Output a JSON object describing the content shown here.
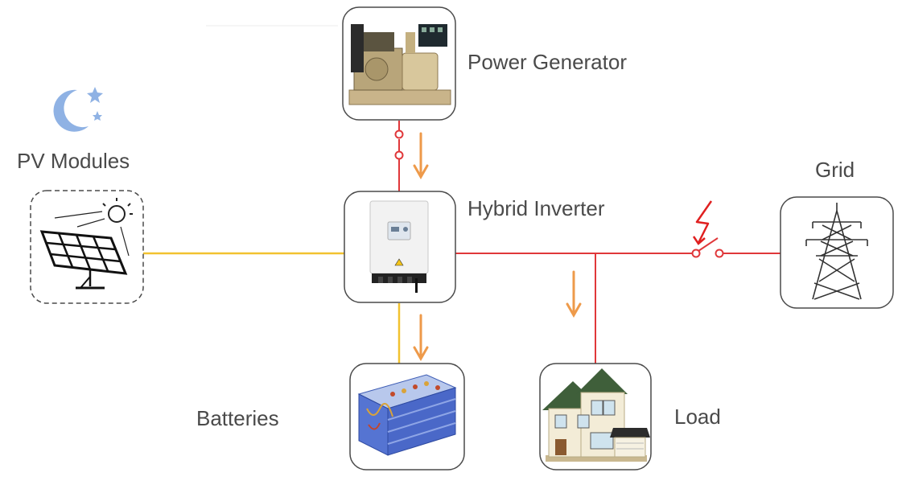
{
  "labels": {
    "power_generator": "Power Generator",
    "pv_modules": "PV Modules",
    "hybrid_inverter": "Hybrid Inverter",
    "grid": "Grid",
    "batteries": "Batteries",
    "load": "Load"
  },
  "colors": {
    "ac_line": "#e0373a",
    "dc_line": "#f2c230",
    "flow_arrow": "#ee9a4a",
    "box_border": "#4a4a4a",
    "label_text": "#4a4a4a",
    "moon_icon": "#8fb2e4",
    "grid_fault_icon": "#e02020"
  },
  "icons": {
    "night": "moon-stars-icon",
    "pv": "solar-panel-icon",
    "generator": "diesel-generator-icon",
    "inverter": "inverter-icon",
    "grid": "transmission-tower-icon",
    "batteries": "battery-pack-icon",
    "load": "house-icon",
    "fault": "lightning-bolt-icon"
  }
}
